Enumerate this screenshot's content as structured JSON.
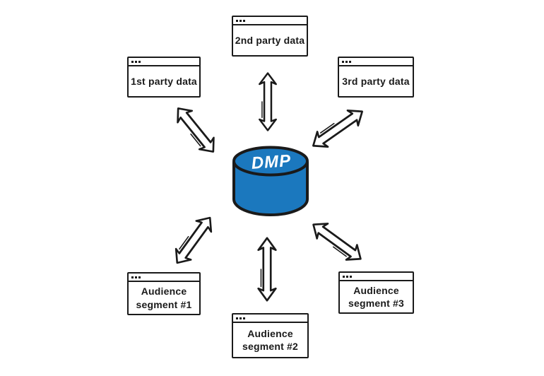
{
  "diagram": {
    "type": "hub-and-spoke",
    "colors": {
      "background": "#ffffff",
      "outline": "#1a1a1a",
      "node_fill": "#ffffff",
      "node_text": "#1a1a1a",
      "cylinder_fill": "#1b78be",
      "cylinder_text": "#ffffff"
    }
  },
  "center": {
    "label": "DMP",
    "shape": "database-cylinder"
  },
  "nodes": [
    {
      "label": "1st party data",
      "position": "top-left"
    },
    {
      "label": "2nd party data",
      "position": "top"
    },
    {
      "label": "3rd party data",
      "position": "top-right"
    },
    {
      "label": "Audience segment #1",
      "position": "bottom-left"
    },
    {
      "label": "Audience segment #2",
      "position": "bottom"
    },
    {
      "label": "Audience segment #3",
      "position": "bottom-right"
    }
  ],
  "edges": [
    {
      "from": "1st party data",
      "to": "DMP",
      "direction": "bidirectional"
    },
    {
      "from": "2nd party data",
      "to": "DMP",
      "direction": "bidirectional"
    },
    {
      "from": "3rd party data",
      "to": "DMP",
      "direction": "bidirectional"
    },
    {
      "from": "Audience segment #1",
      "to": "DMP",
      "direction": "bidirectional"
    },
    {
      "from": "Audience segment #2",
      "to": "DMP",
      "direction": "bidirectional"
    },
    {
      "from": "Audience segment #3",
      "to": "DMP",
      "direction": "bidirectional"
    }
  ],
  "icons": {
    "window_dots": "three-square-window-buttons",
    "arrow": "double-headed-sketch-arrow"
  }
}
